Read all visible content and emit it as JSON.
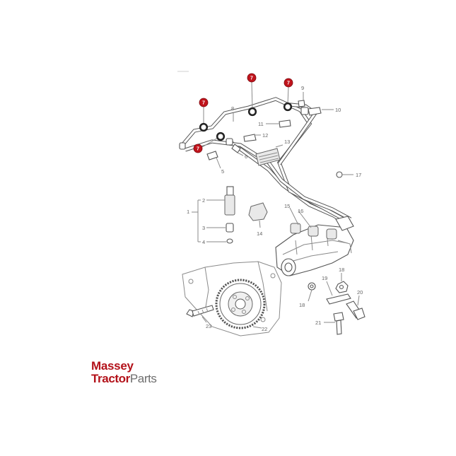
{
  "callouts": {
    "part1": "1",
    "part2": "2",
    "part3": "3",
    "part4": "4",
    "part5": "5",
    "part6": "6",
    "part8": "8",
    "part9": "9",
    "part10": "10",
    "part11": "11",
    "part12": "12",
    "part13": "13",
    "part14": "14",
    "part15": "15",
    "part16": "16",
    "part17": "17",
    "part18a": "18",
    "part18b": "18",
    "part19": "19",
    "part20": "20",
    "part21": "21",
    "part22": "22",
    "part23": "23"
  },
  "highlighted": {
    "number": "7",
    "color": "#c0141c"
  },
  "logo": {
    "line1": "Massey",
    "line2_bold": "Tractor",
    "line2_light": "Parts",
    "red": "#b3121a",
    "grey": "#6e6e6e"
  }
}
